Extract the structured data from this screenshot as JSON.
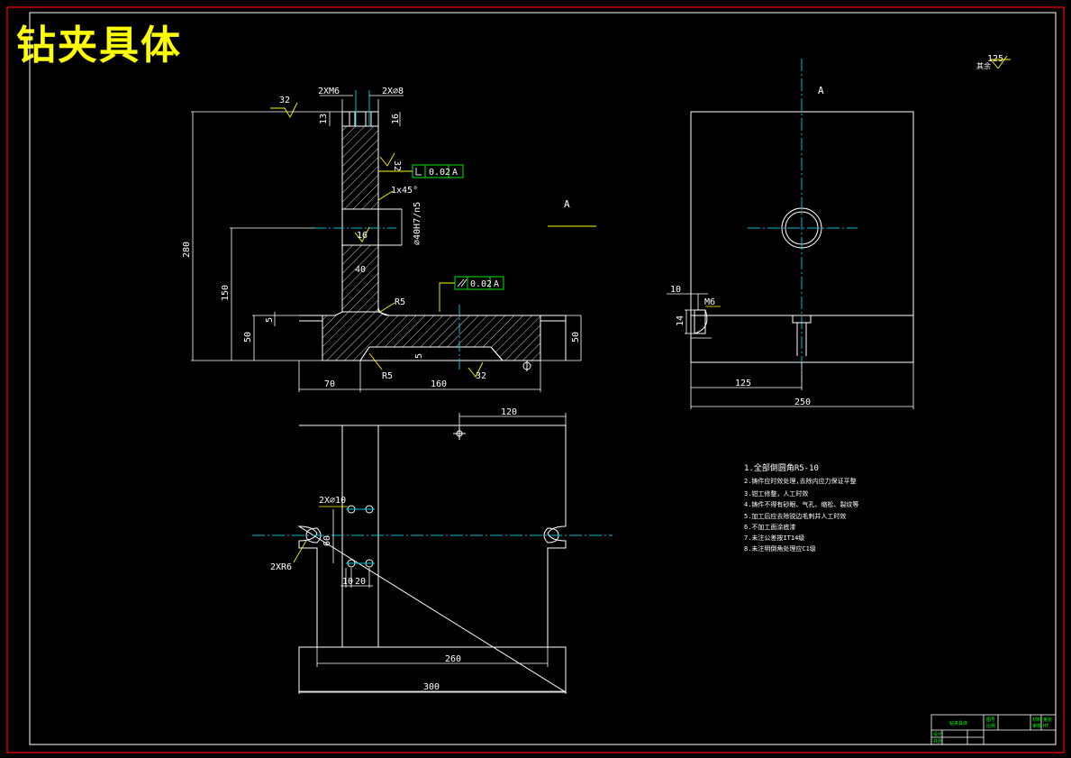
{
  "title": "钻夹具体",
  "colors": {
    "line": "#ffffff",
    "center": "#00bcd4",
    "hatch": "#ffffff",
    "leader": "#ffff00",
    "tolerance": "#00ff00",
    "border": "#ff0000",
    "title_text": "#ffff00"
  },
  "labels": {
    "view_a_marker": "A",
    "view_a_title": "A",
    "roughness_all": "125",
    "roughness_all_label": "其余",
    "d_2xm6": "2XM6",
    "d_2xphi8": "2X⌀8",
    "d_13": "13",
    "d_16": "16",
    "r_32": "32",
    "r_32_side": "32",
    "r_32_bottom": "32",
    "r_16": "16",
    "tol1_value": "0.02",
    "tol1_datum": "A",
    "tol2_value": "0.02",
    "tol2_datum": "A",
    "d_chamfer": "1x45°",
    "d_bore": "⌀40H7/n5",
    "d_40": "40",
    "d_r5": "R5",
    "d_r5_bottom": "R5",
    "d_280": "280",
    "d_150": "150",
    "d_50_left": "50",
    "d_50_right": "50",
    "d_5_left": "5",
    "d_5_bottom": "5",
    "d_70": "70",
    "d_160": "160",
    "d_10": "10",
    "d_m6": "M6",
    "d_14": "14",
    "d_125": "125",
    "d_250": "250",
    "d_120": "120",
    "d_2xphi10": "2X⌀10",
    "d_60": "60",
    "d_10b": "10",
    "d_20": "20",
    "d_2xr6": "2XR6",
    "d_260": "260",
    "d_300": "300"
  },
  "notes": [
    "1.全部倒圆角R5-10",
    "2.铸件应时效处理,去除内应力保证平整",
    "3.钳工修整，人工时效",
    "4.铸件不得有砂眼、气孔、缩松、裂纹等",
    "5.加工后应去除锐边毛刺并人工时效",
    "6.不加工面涂底漆",
    "7.未注公差按IT14级",
    "8.未注明倒角处理应C1级"
  ],
  "title_block": {
    "name": "钻夹具体",
    "cells": [
      "图号",
      "比例",
      "材料",
      "审核",
      "设计",
      "共张",
      "第张",
      "HT"
    ]
  }
}
